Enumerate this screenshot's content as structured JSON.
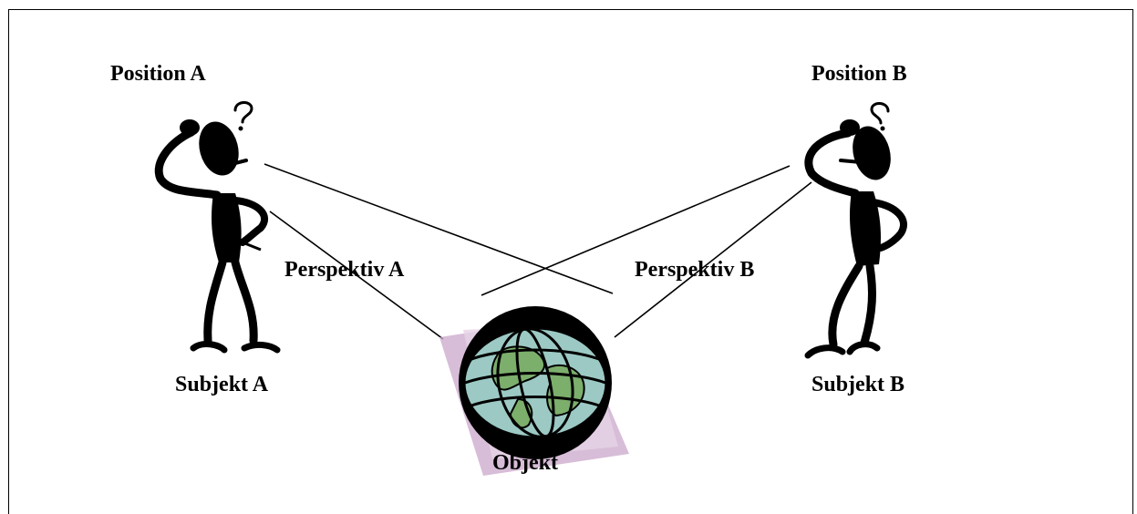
{
  "labels": {
    "position_a": "Position A",
    "position_b": "Position B",
    "perspective_a": "Perspektiv A",
    "perspective_b": "Perspektiv B",
    "subject_a": "Subjekt A",
    "subject_b": "Subjekt B",
    "object": "Objekt"
  },
  "icons": {
    "subject_a": "thinking-person-icon",
    "subject_b": "thinking-person-icon",
    "object": "globe-icon"
  },
  "colors": {
    "ink": "#000000",
    "globe_ocean": "#9cc9c4",
    "globe_land": "#7cae6c",
    "globe_backdrop": "#c9a7c9"
  }
}
